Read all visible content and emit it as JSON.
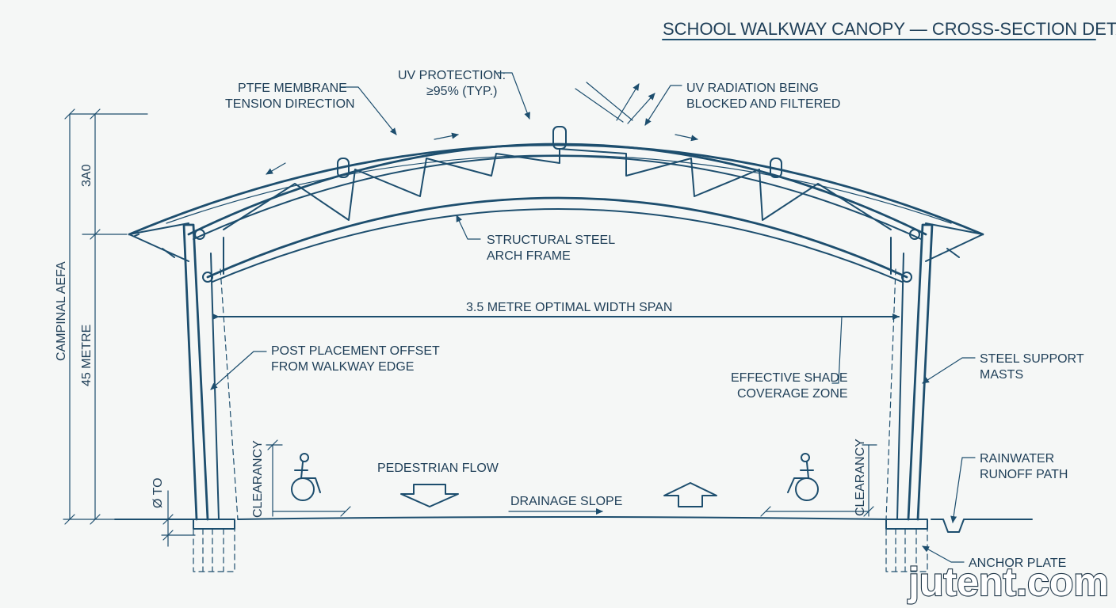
{
  "title": "SCHOOL WALKWAY CANOPY — CROSS-SECTION DETAIL.",
  "labels": {
    "uv_protection_1": "UV PROTECTION:",
    "uv_protection_2": "≥95% (TYP.)",
    "ptfe_1": "PTFE MEMBRANE",
    "ptfe_2": "TENSION DIRECTION",
    "uv_rad_1": "UV RADIATION BEING",
    "uv_rad_2": "BLOCKED AND FILTERED",
    "arch_1": "STRUCTURAL STEEL",
    "arch_2": "ARCH FRAME",
    "span": "3.5 METRE OPTIMAL WIDTH SPAN",
    "post_offset_1": "POST PLACEMENT OFFSET",
    "post_offset_2": "FROM WALKWAY EDGE",
    "shade_1": "EFFECTIVE SHADE",
    "shade_2": "COVERAGE ZONE",
    "masts_1": "STEEL SUPPORT",
    "masts_2": "MASTS",
    "rain_1": "RAINWATER",
    "rain_2": "RUNOFF PATH",
    "anchor": "ANCHOR PLATE",
    "pedestrian": "PEDESTRIAN FLOW",
    "drainage": "DRAINAGE SLOPE",
    "clearance_left": "CLEARANCY",
    "clearance_right": "CLEARANCY",
    "dim_top": "3A0",
    "dim_height": "45 METRE",
    "dim_overall": "CAMPINAL AEFA",
    "dim_footing": "Ø TO"
  },
  "icons": [
    "wheelchair-icon",
    "flow-arrow-down-icon",
    "flow-arrow-up-icon",
    "uv-ray-arrows-icon"
  ],
  "watermark": "jutent.com",
  "colors": {
    "line": "#1d4e6e",
    "text": "#1f3f58",
    "background": "#f5f7f6"
  }
}
